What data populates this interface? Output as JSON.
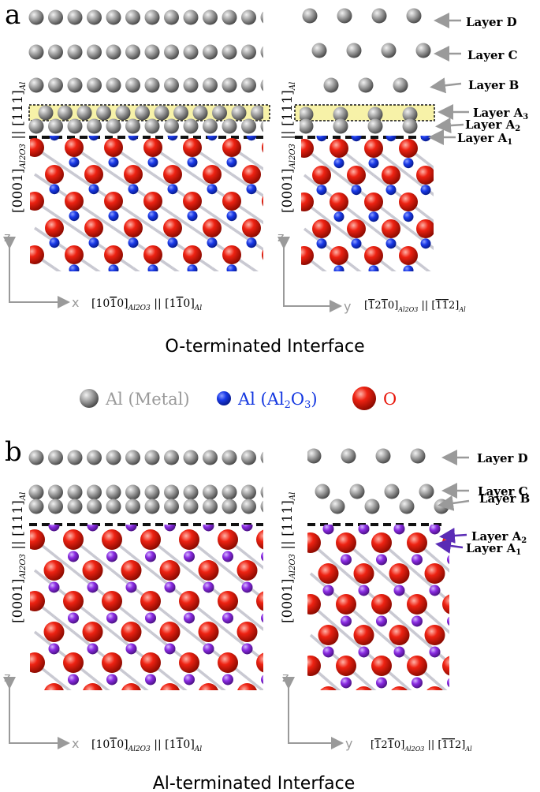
{
  "colors": {
    "al_metal": "#8a8a8a",
    "al_oxide_a": "#1236e0",
    "al_oxide_b": "#8a2be2",
    "oxygen": "#e8170b",
    "highlight": "#f7f2a8",
    "axis_gray": "#9a9a9a",
    "arrow_purple": "#5a2bb5"
  },
  "panel_a": {
    "label": "a",
    "layer_d": "Layer D",
    "layer_c": "Layer C",
    "layer_b": "Layer B",
    "layer_a3": "Layer A",
    "layer_a3_sub": "3",
    "layer_a2": "Layer A",
    "layer_a2_sub": "2",
    "layer_a1": "Layer A",
    "layer_a1_sub": "1",
    "caption": "O-terminated Interface"
  },
  "panel_b": {
    "label": "b",
    "layer_d": "Layer D",
    "layer_c": "Layer C",
    "layer_b": "Layer B",
    "layer_a2": "Layer A",
    "layer_a2_sub": "2",
    "layer_a1": "Layer A",
    "layer_a1_sub": "1",
    "caption": "Al-terminated Interface"
  },
  "axes": {
    "z": "z",
    "x": "x",
    "y": "y",
    "vertical_label": "[0001]",
    "vertical_sub1": "Al2O3",
    "vertical_mid": " || [111]",
    "vertical_sub2": "Al",
    "x_dir": "[10",
    "x_dir_bar": "1",
    "x_dir_end": "0]",
    "x_sub1": "Al2O3",
    "x_par": " || [1",
    "x_par_bar": "1",
    "x_par_end": "0]",
    "x_sub2": "Al",
    "y_dir": "[",
    "y_dir_bar1": "1",
    "y_dir_mid": "2",
    "y_dir_bar2": "1",
    "y_dir_end": "0]",
    "y_sub1": "Al2O3",
    "y_par": " || [",
    "y_par_bar1": "1",
    "y_par_bar2": "1",
    "y_par_end": "2]",
    "y_sub2": "Al"
  },
  "legend": {
    "al_metal": "Al (Metal)",
    "al_oxide_pre": "Al (Al",
    "al_oxide_sub1": "2",
    "al_oxide_mid": "O",
    "al_oxide_sub2": "3",
    "al_oxide_post": ")",
    "oxygen": "O"
  }
}
